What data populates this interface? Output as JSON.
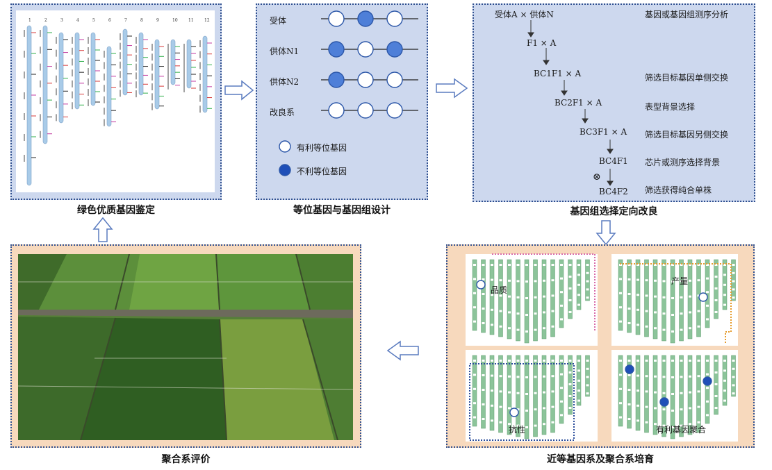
{
  "panels": {
    "p1": {
      "caption": "绿色优质基因鉴定"
    },
    "p2": {
      "caption": "等位基因与基因组设计",
      "rows": [
        "受体",
        "供体N1",
        "供体N2",
        "改良系"
      ],
      "legend": {
        "favorable": "有利等位基因",
        "unfavorable": "不利等位基因"
      }
    },
    "p3": {
      "caption": "基因组选择定向改良",
      "cross": "受体A × 供体N",
      "steps": [
        "F1 × A",
        "BC1F1 × A",
        "BC2F1 × A",
        "BC3F1 × A",
        "BC4F1",
        "BC4F2"
      ],
      "notes": [
        "基因或基因组测序分析",
        "筛选目标基因单侧交换",
        "表型背景选择",
        "筛选目标基因另侧交换",
        "芯片或测序选择背景",
        "筛选获得纯合单株"
      ],
      "selfing_symbol": "⊗"
    },
    "p4": {
      "caption": "近等基因系及聚合系培育",
      "quadrants": {
        "quality": "品质",
        "yield": "产量",
        "resistance": "抗性",
        "pyramid": "有利基因聚合"
      }
    },
    "p5": {
      "caption": "聚合系评价"
    }
  },
  "colors": {
    "panel_blue": "#cdd8ee",
    "panel_peach": "#f7d9bd",
    "allele_fill": "#4e7fd8",
    "allele_dark": "#1f4fb8",
    "chrom": "#a9cbe8"
  }
}
